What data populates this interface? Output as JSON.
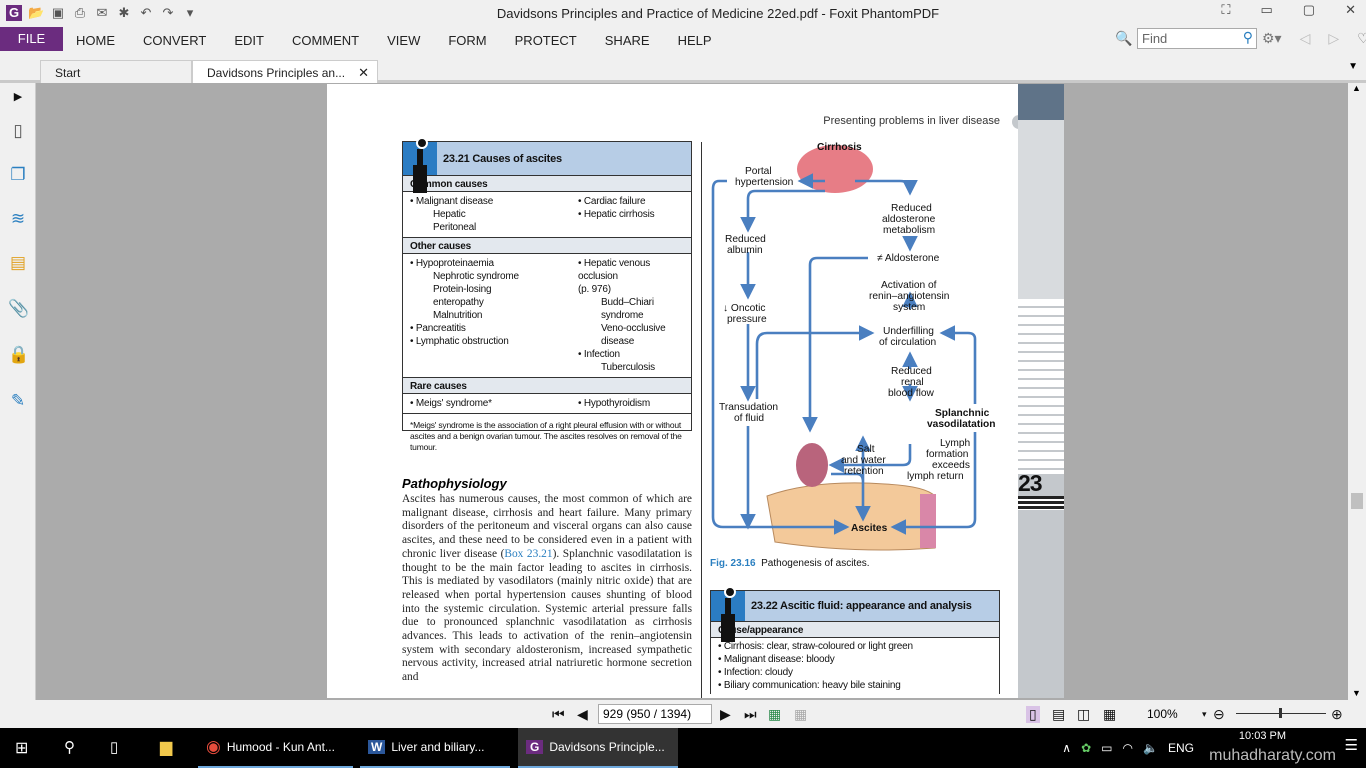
{
  "window": {
    "title": "Davidsons Principles and Practice of Medicine 22ed.pdf - Foxit PhantomPDF"
  },
  "menu": {
    "file": "FILE",
    "items": [
      "HOME",
      "CONVERT",
      "EDIT",
      "COMMENT",
      "VIEW",
      "FORM",
      "PROTECT",
      "SHARE",
      "HELP"
    ]
  },
  "search": {
    "placeholder": "Find"
  },
  "tabs": [
    {
      "label": "Start"
    },
    {
      "label": "Davidsons Principles an..."
    }
  ],
  "page": {
    "running_head": "Presenting problems in liver disease",
    "chapter_num": "23",
    "box1": {
      "title": "23.21  Causes of ascites",
      "sections": [
        {
          "name": "Common causes",
          "left": [
            "• Malignant disease",
            "Hepatic",
            "Peritoneal"
          ],
          "right": [
            "• Cardiac failure",
            "• Hepatic cirrhosis"
          ]
        },
        {
          "name": "Other causes",
          "left": [
            "• Hypoproteinaemia",
            "Nephrotic syndrome",
            "Protein-losing",
            "enteropathy",
            "Malnutrition",
            "• Pancreatitis",
            "• Lymphatic obstruction"
          ],
          "right": [
            "• Hepatic venous occlusion",
            "(p. 976)",
            "Budd–Chiari syndrome",
            "Veno-occlusive disease",
            "• Infection",
            "Tuberculosis"
          ]
        },
        {
          "name": "Rare causes",
          "left": [
            "• Meigs' syndrome*"
          ],
          "right": [
            "• Hypothyroidism"
          ]
        }
      ],
      "note": "*Meigs' syndrome is the association of a right pleural effusion with or without ascites and a benign ovarian tumour. The ascites resolves on removal of the tumour."
    },
    "heading": "Pathophysiology",
    "paragraph_a": "Ascites has numerous causes, the most common of which are malignant disease, cirrhosis and heart failure. Many primary disorders of the peritoneum and visceral organs can also cause ascites, and these need to be considered even in a patient with chronic liver disease (",
    "paragraph_link": "Box 23.21",
    "paragraph_b": "). Splanchnic vasodilatation is thought to be the main factor leading to ascites in cirrhosis. This is mediated by vasodilators (mainly nitric oxide) that are released when portal hypertension causes shunting of blood into the systemic circulation. Systemic arterial pressure falls due to pronounced splanchnic vasodilatation as cirrhosis advances. This leads to activation of the renin–angiotensin system with secondary aldosteronism, increased sympathetic nervous activity, increased atrial natriuretic hormone secretion and",
    "figure": {
      "labels": {
        "cirrhosis": "Cirrhosis",
        "portal1": "Portal",
        "portal2": "hypertension",
        "rad1": "Reduced",
        "rad2": "aldosterone",
        "rad3": "metabolism",
        "ra1": "Reduced",
        "ra2": "albumin",
        "aldo": "≠ Aldosterone",
        "act1": "Activation of",
        "act2": "renin–angiotensin",
        "act3": "system",
        "onc1": "↓ Oncotic",
        "onc2": "pressure",
        "und1": "Underfilling",
        "und2": "of circulation",
        "rrb1": "Reduced",
        "rrb2": "renal",
        "rrb3": "blood flow",
        "tr1": "Transudation",
        "tr2": "of fluid",
        "spl1": "Splanchnic",
        "spl2": "vasodilatation",
        "salt1": "Salt",
        "salt2": "and water",
        "salt3": "retention",
        "ly1": "Lymph",
        "ly2": "formation",
        "ly3": "exceeds",
        "ly4": "lymph return",
        "ascites": "Ascites"
      },
      "caption_num": "Fig. 23.16",
      "caption_text": "Pathogenesis of ascites."
    },
    "box2": {
      "title": "23.22  Ascitic fluid: appearance and analysis",
      "section": "Cause/appearance",
      "items": [
        "• Cirrhosis: clear, straw-coloured or light green",
        "• Malignant disease: bloody",
        "• Infection: cloudy",
        "• Biliary communication: heavy bile staining"
      ]
    }
  },
  "status": {
    "page_field": "929 (950 / 1394)",
    "zoom": "100%"
  },
  "taskbar": {
    "items": [
      "Humood - Kun Ant...",
      "Liver   and biliary...",
      "Davidsons Principle..."
    ],
    "lang": "ENG",
    "time": "10:03 PM",
    "watermark": "muhadharaty.com"
  }
}
